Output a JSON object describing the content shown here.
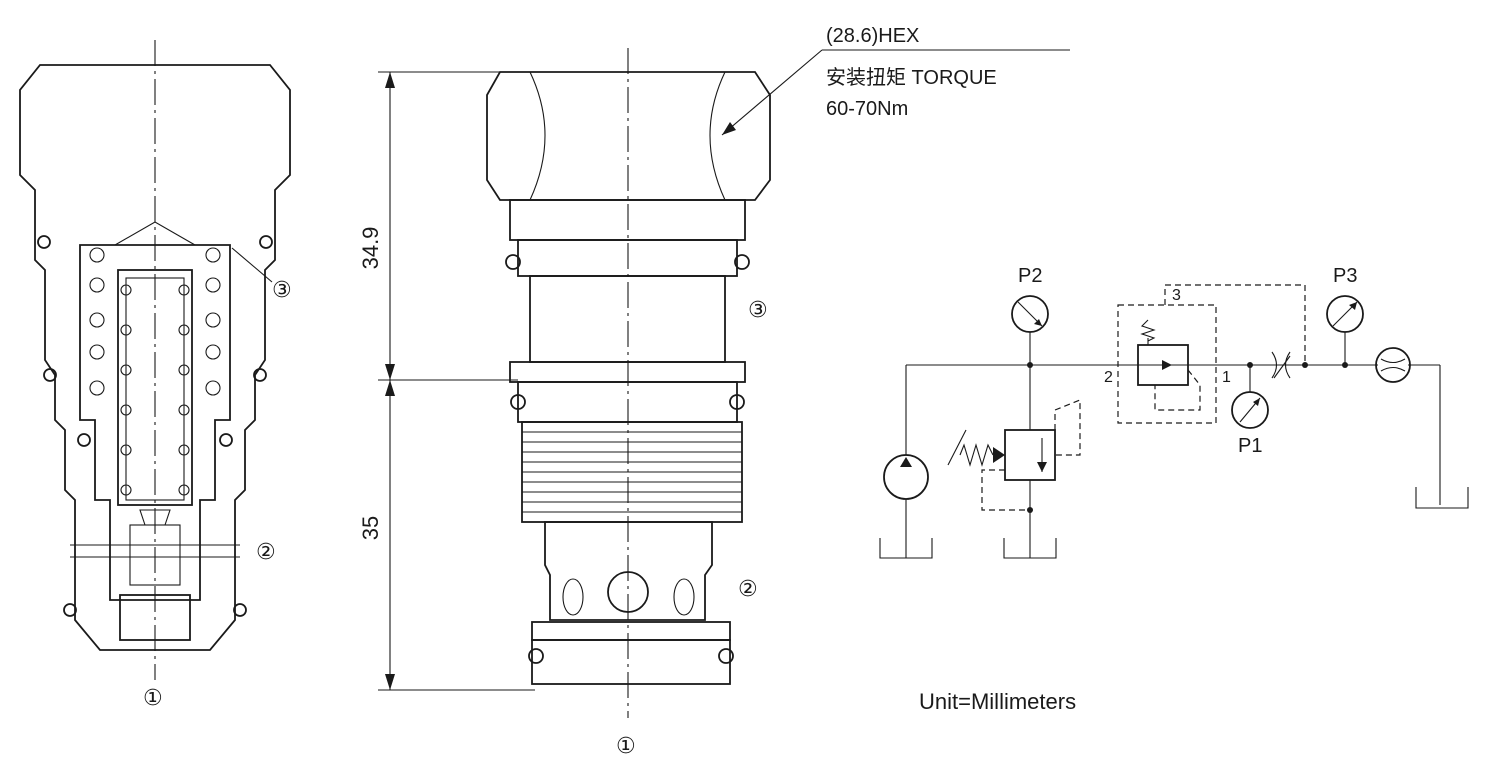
{
  "callout": {
    "hex": "(28.6)HEX",
    "torque": "安装扭矩 TORQUE",
    "value": "60-70Nm"
  },
  "dimensions": {
    "upper": "34.9",
    "lower": "35"
  },
  "ports": {
    "p1": "①",
    "p2": "②",
    "p3": "③"
  },
  "schematic": {
    "gauges": [
      "P2",
      "P1",
      "P3"
    ],
    "port_labels": [
      "2",
      "1",
      "3"
    ]
  },
  "unit_note": "Unit=Millimeters"
}
